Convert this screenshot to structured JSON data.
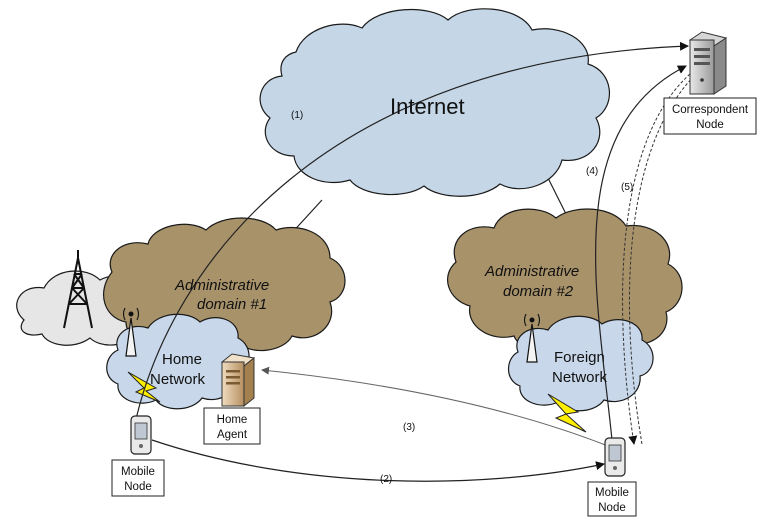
{
  "labels": {
    "internet": "Internet",
    "admin1_line1": "Administrative",
    "admin1_line2": "domain #1",
    "admin2_line1": "Administrative",
    "admin2_line2": "domain #2",
    "home_network_line1": "Home",
    "home_network_line2": "Network",
    "foreign_network_line1": "Foreign",
    "foreign_network_line2": "Network",
    "correspondent_line1": "Correspondent",
    "correspondent_line2": "Node",
    "home_agent_line1": "Home",
    "home_agent_line2": "Agent",
    "mobile_home_line1": "Mobile",
    "mobile_home_line2": "Node",
    "mobile_foreign_line1": "Mobile",
    "mobile_foreign_line2": "Node"
  },
  "steps": {
    "s1": "(1)",
    "s2": "(2)",
    "s3": "(3)",
    "s4": "(4)",
    "s5": "(5)"
  },
  "colors": {
    "internet_cloud": "#c5d6e6",
    "admin_cloud": "#a8926a",
    "network_cloud": "#c8d8ea",
    "grey_cloud": "#e6e6e6",
    "lightning": "#ffee00"
  }
}
